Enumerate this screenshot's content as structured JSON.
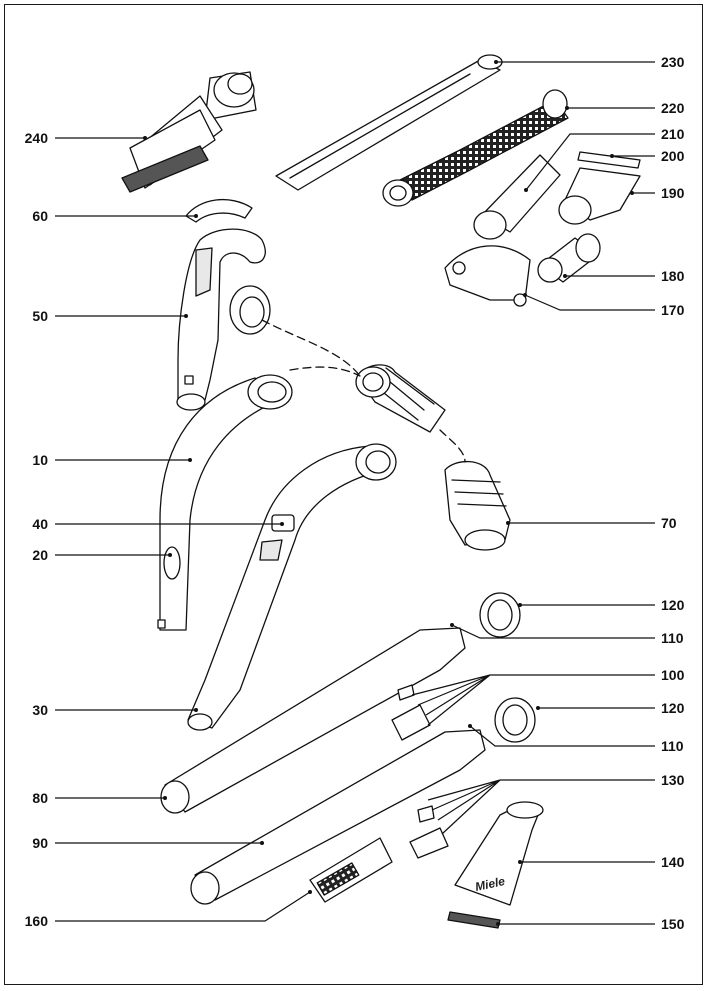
{
  "diagram": {
    "labels": {
      "240": "240",
      "60": "60",
      "50": "50",
      "10": "10",
      "40": "40",
      "20": "20",
      "30": "30",
      "80": "80",
      "90": "90",
      "160": "160",
      "230": "230",
      "220": "220",
      "210": "210",
      "200": "200",
      "190": "190",
      "180": "180",
      "170": "170",
      "70": "70",
      "120a": "120",
      "110a": "110",
      "100": "100",
      "120b": "120",
      "110b": "110",
      "130": "130",
      "140": "140",
      "150": "150"
    },
    "brand_mark": "Miele"
  }
}
